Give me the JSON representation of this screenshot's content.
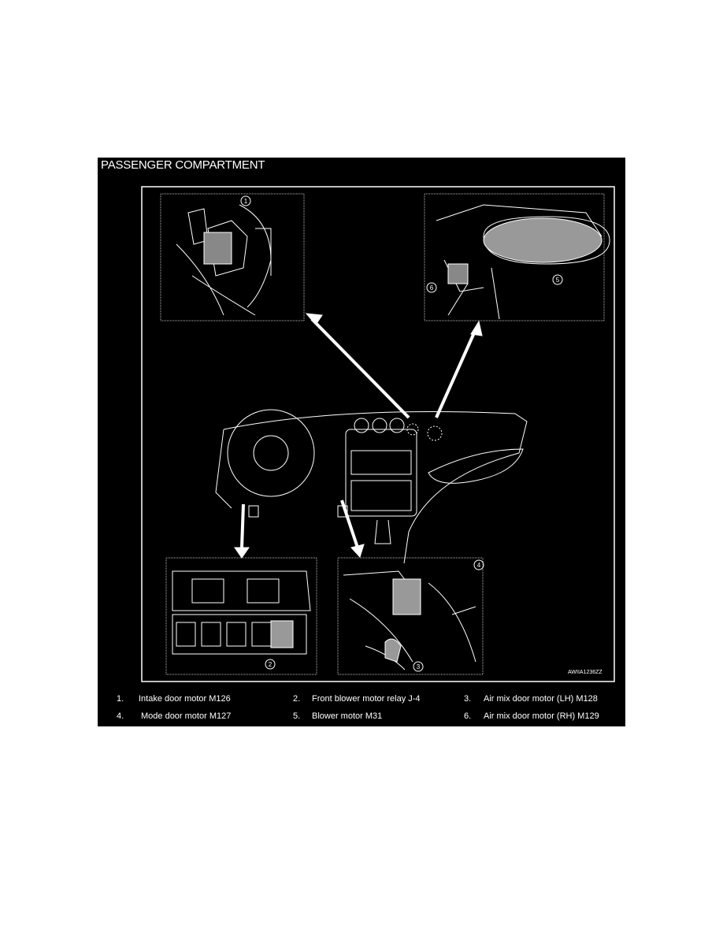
{
  "title": "PASSENGER COMPARTMENT",
  "figure_code": "AWIIA1236ZZ",
  "callouts": [
    "1",
    "2",
    "3",
    "4",
    "5",
    "6"
  ],
  "legend": [
    {
      "num": "1.",
      "label": "Intake door motor M126"
    },
    {
      "num": "2.",
      "label": "Front blower motor relay J-4"
    },
    {
      "num": "3.",
      "label": "Air mix door motor (LH) M128"
    },
    {
      "num": "4.",
      "label": "Mode door motor M127"
    },
    {
      "num": "5.",
      "label": "Blower motor M31"
    },
    {
      "num": "6.",
      "label": "Air mix door motor (RH) M129"
    }
  ]
}
